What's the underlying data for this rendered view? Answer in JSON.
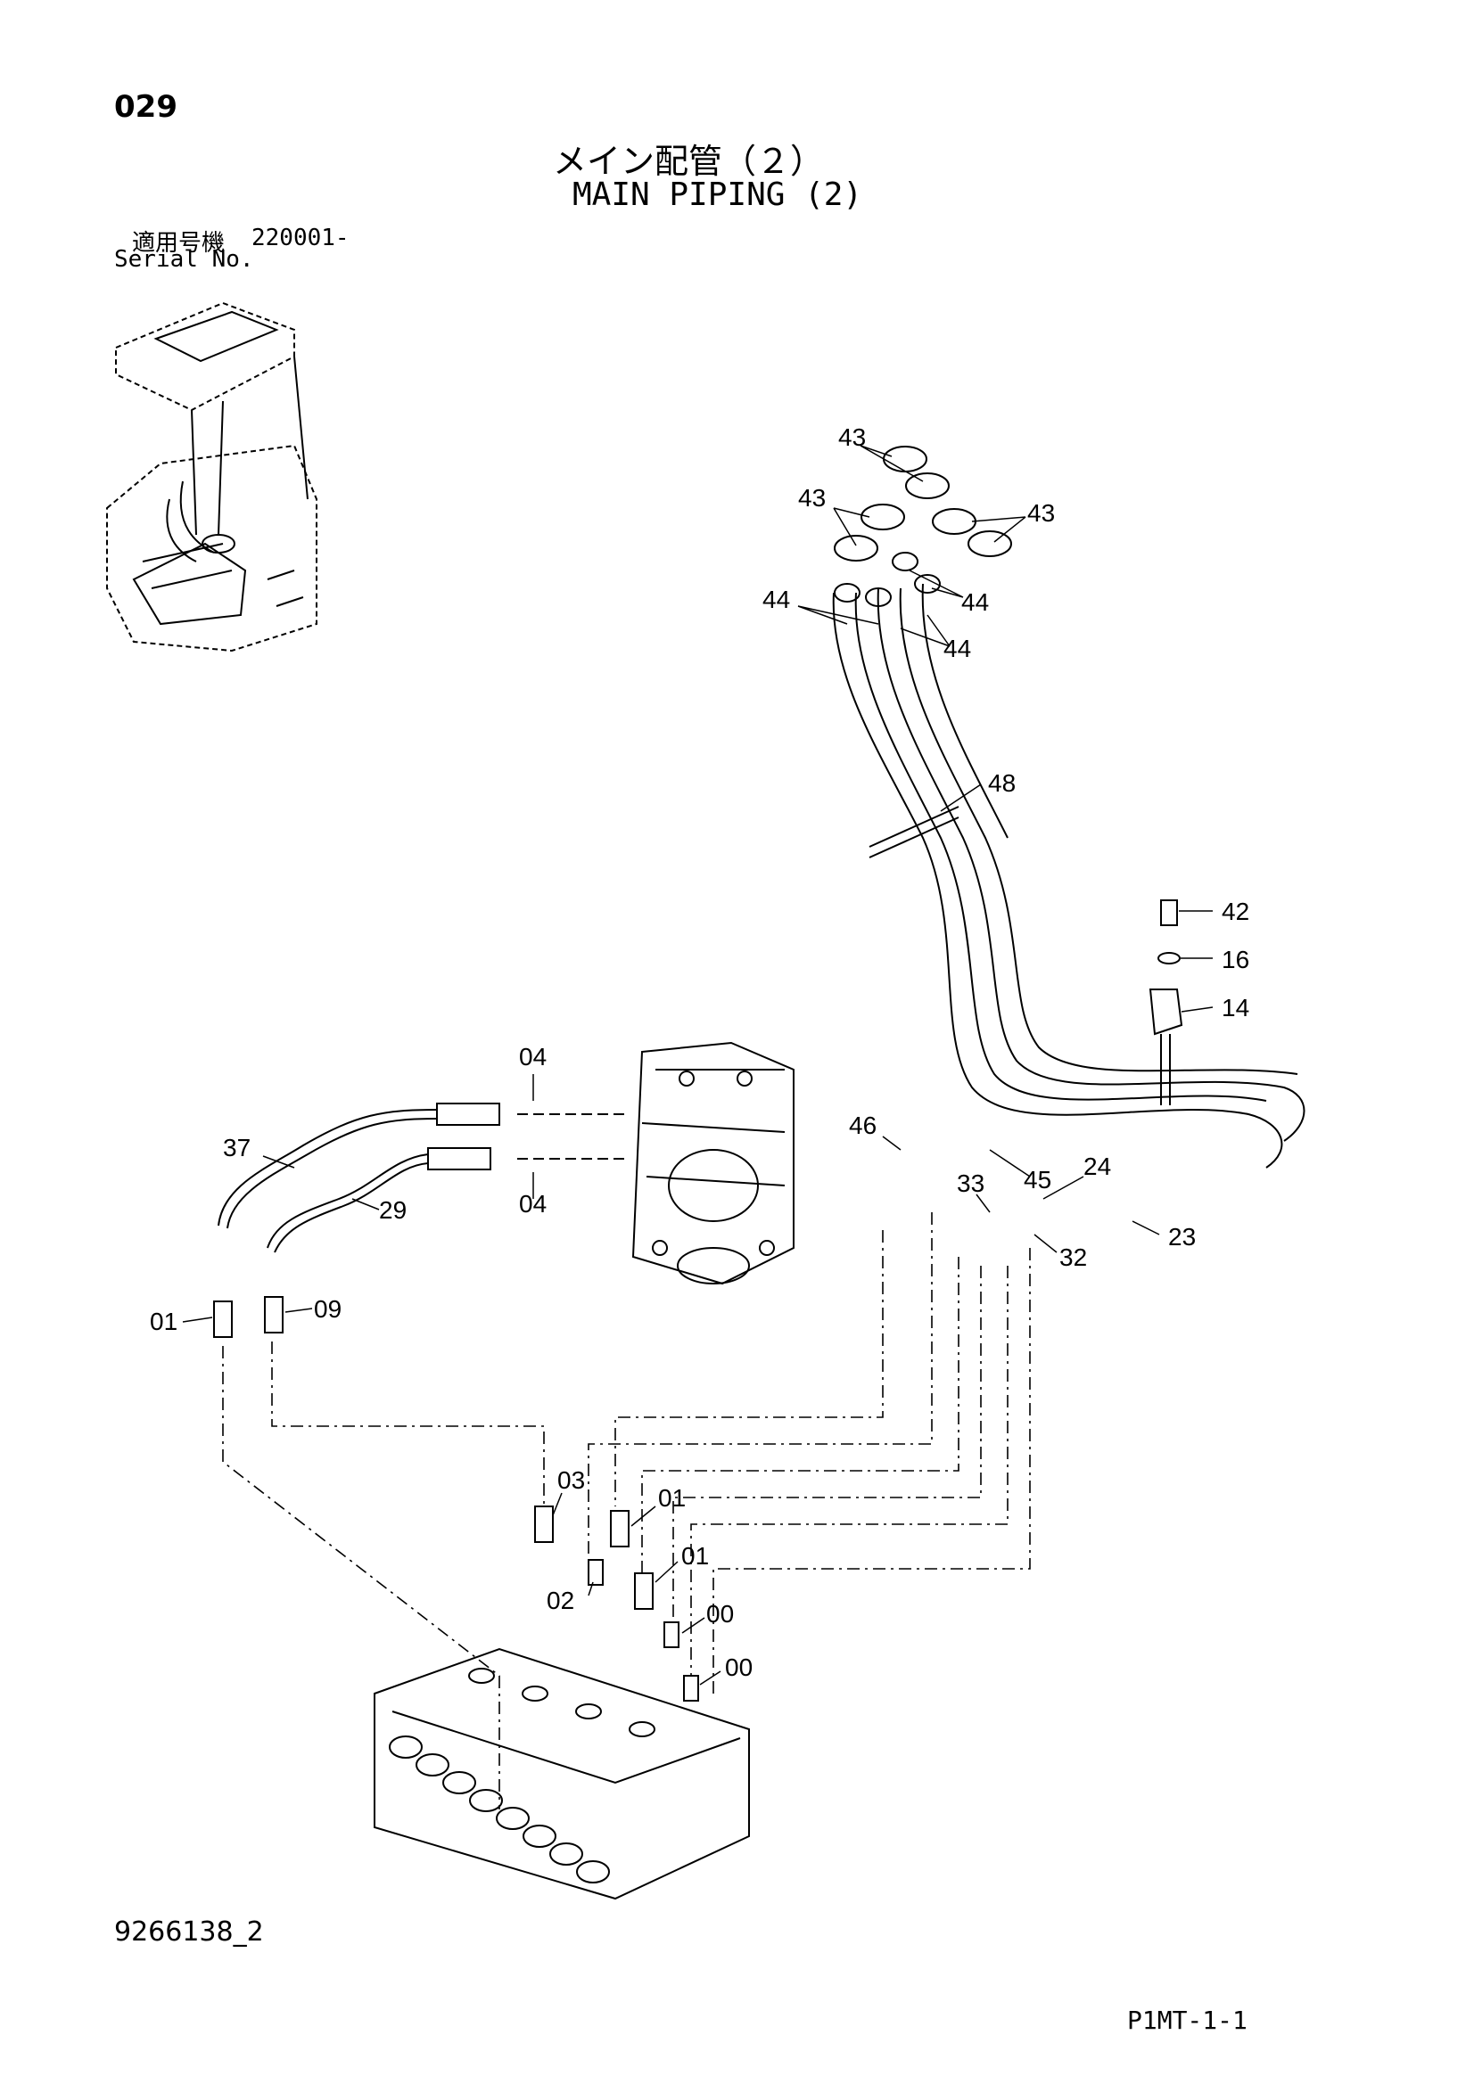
{
  "header": {
    "page_number": "029",
    "title_jp": "メイン配管（２）",
    "title_en": "MAIN PIPING (2)",
    "serial_label_jp": "適用号機",
    "serial_value": "220001-",
    "serial_label_en": "Serial No."
  },
  "footer": {
    "doc_number": "9266138_2",
    "page_code": "P1MT-1-1"
  },
  "callouts": [
    "43",
    "43",
    "43",
    "44",
    "44",
    "44",
    "48",
    "42",
    "16",
    "14",
    "04",
    "04",
    "37",
    "29",
    "46",
    "45",
    "24",
    "33",
    "32",
    "23",
    "01",
    "09",
    "03",
    "01",
    "02",
    "01",
    "00",
    "00"
  ]
}
